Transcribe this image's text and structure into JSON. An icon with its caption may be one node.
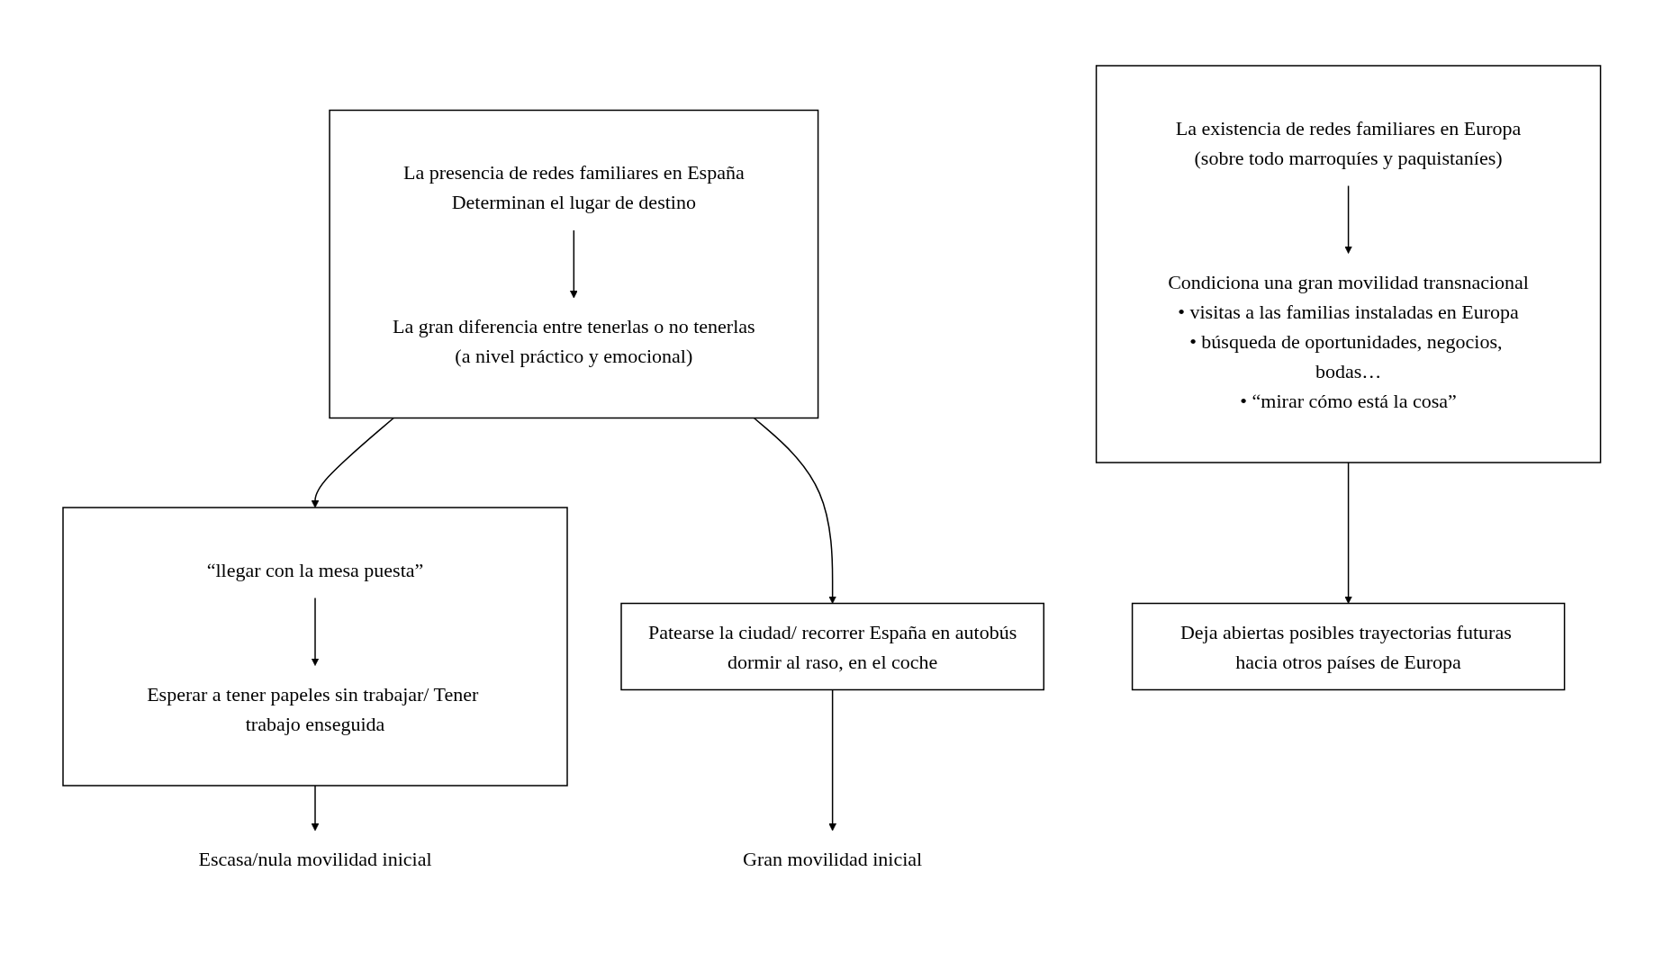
{
  "diagram": {
    "nodes": [
      {
        "text": [],
        "shape": "box"
      },
      {
        "text": [
          "“llegar con la mesa puesta”"
        ],
        "in": 0
      },
      {
        "text": [
          "Esperar a tener papeles sin trabajar/ Tener trabajo enseguida"
        ],
        "in": 0
      },
      {
        "text": [
          "Escasa/nula movilidad inicial"
        ]
      },
      {
        "text": [],
        "shape": "box"
      },
      {
        "text": [
          "La presencia de redes familiares en España",
          "Determinan el lugar de destino"
        ],
        "in": 4
      },
      {
        "text": [
          "La gran diferencia entre tenerlas o no tenerlas",
          "(a nivel práctico y emocional)"
        ],
        "in": 4
      },
      {
        "text": [
          "Patearse la ciudad/ recorrer España en autobús",
          "dormir al raso, en el coche"
        ]
      },
      {
        "text": [
          "Gran movilidad inicial"
        ]
      },
      {
        "text": [],
        "shape": "box"
      },
      {
        "text": [
          "La existencia de redes familiares en Europa",
          "(sobre todo marroquíes y paquistaníes)"
        ],
        "in": 9
      },
      {
        "text": [
          "Condiciona una gran movilidad transnacional",
          "• visitas a las familias instaladas en Europa",
          "• búsqueda de oportunidades, negocios, bodas…",
          "• “mirar cómo está la cosa”"
        ],
        "in": 9
      },
      {
        "text": [
          "Deja abiertas posibles trayectorias futuras hacia otros países de Europa"
        ]
      }
    ],
    "edges": [
      {
        "from": 1,
        "to": 2,
        "arrow": "to"
      },
      {
        "from": 4,
        "to": 0,
        "arrow": "to"
      },
      {
        "from": 4,
        "to": 7,
        "arrow": "to"
      },
      {
        "from": 5,
        "to": 6,
        "arrow": "to"
      },
      {
        "from": 0,
        "to": 3,
        "arrow": "to"
      },
      {
        "from": 7,
        "to": 8,
        "arrow": "to"
      },
      {
        "from": 10,
        "to": 11,
        "arrow": "to"
      },
      {
        "from": 9,
        "to": 12,
        "arrow": "to"
      }
    ]
  }
}
